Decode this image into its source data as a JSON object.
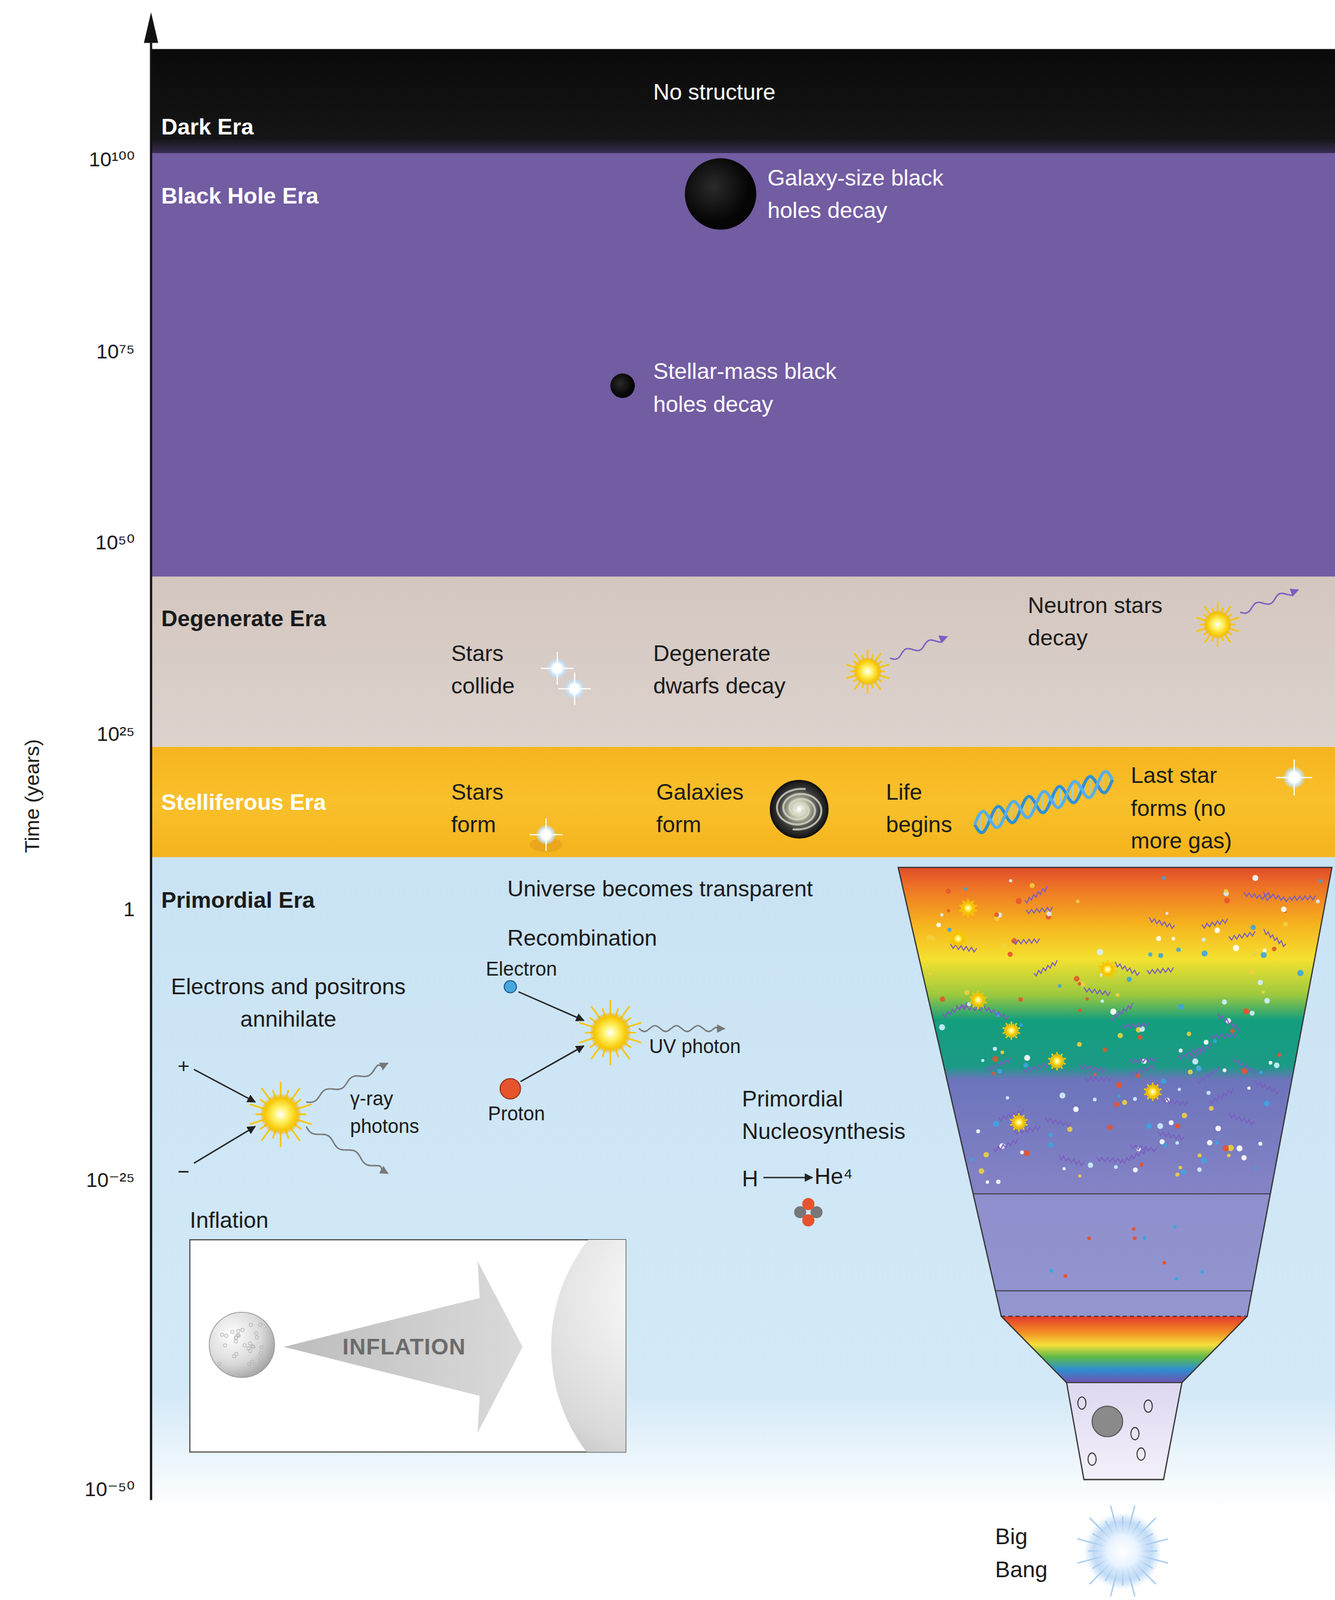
{
  "diagram": {
    "nodes": [
      {
        "text": [
          "Dark Era",
          "No structure"
        ]
      },
      {
        "text": [
          "Black Hole Era",
          "Galaxy-size black holes decay",
          "Stellar-mass black holes decay"
        ]
      },
      {
        "text": [
          "Degenerate Era",
          "Stars collide",
          "Degenerate dwarfs decay",
          "Neutron stars decay"
        ]
      },
      {
        "text": [
          "Stelliferous Era",
          "Stars form",
          "Galaxies form",
          "Life begins",
          "Last star forms (no more gas)"
        ]
      },
      {
        "text": [
          "Primordial Era",
          "Universe becomes transparent",
          "Recombination",
          "Electron",
          "UV photon",
          "Proton",
          "Electrons and positrons annihilate",
          "+",
          "−",
          "γ-ray photons",
          "Primordial Nucleosynthesis",
          "H",
          "He⁴"
        ]
      },
      {
        "text": [
          "Inflation"
        ],
        "in": 4
      }
    ],
    "labels": [
      "10¹⁰⁰",
      "10⁷⁵",
      "10⁵⁰",
      "10²⁵",
      "1",
      "10⁻²⁵",
      "10⁻⁵⁰",
      "Time (years)",
      "INFLATION",
      "Big Bang"
    ]
  }
}
